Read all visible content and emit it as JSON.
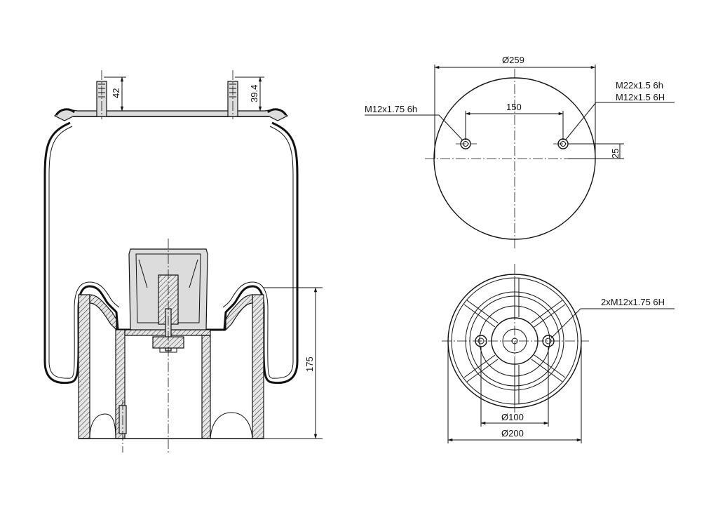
{
  "side_view": {
    "dim_stud_left": "42",
    "dim_stud_right": "39.4",
    "dim_height": "175"
  },
  "top_view": {
    "dim_diameter": "Ø259",
    "dim_spacing": "150",
    "dim_offset": "25",
    "label_left_thread": "M12x1.75 6h",
    "label_right_thread_1": "M22x1.5 6h",
    "label_right_thread_2": "M12x1.5 6H"
  },
  "bottom_view": {
    "label_threads": "2xM12x1.75 6H",
    "dim_inner_diameter": "Ø100",
    "dim_outer_diameter": "Ø200"
  }
}
